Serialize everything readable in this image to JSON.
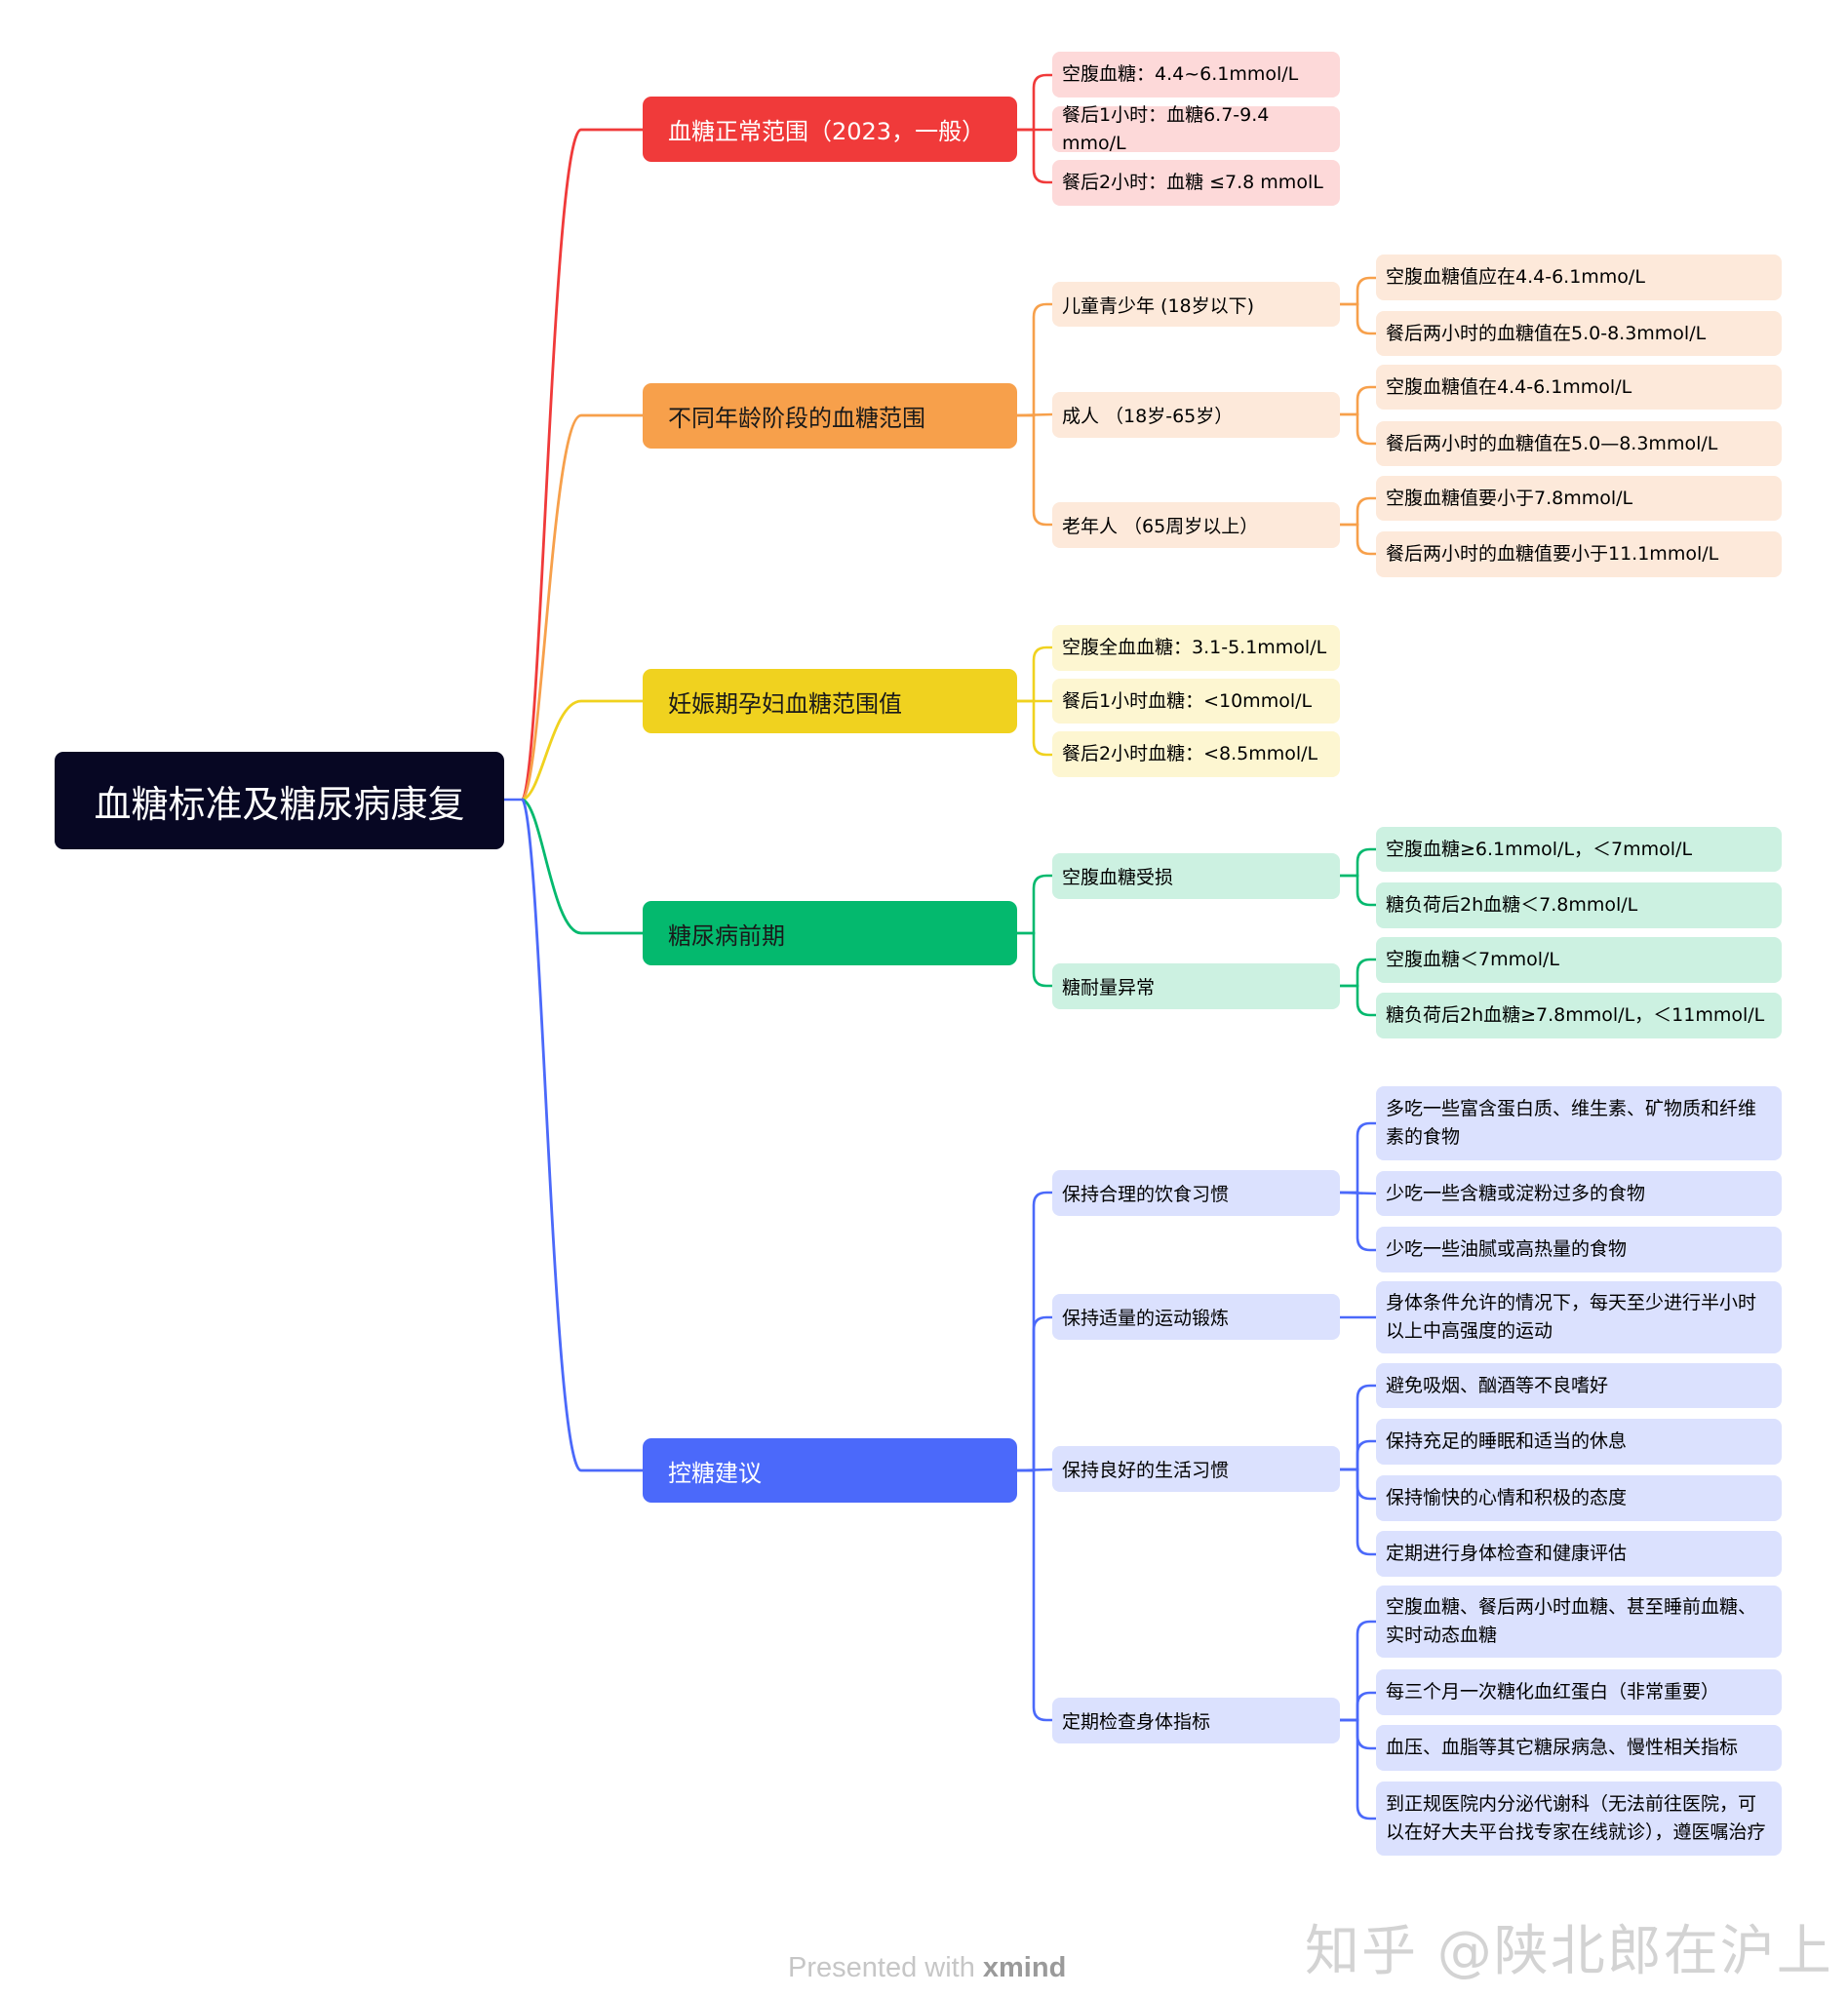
{
  "root": {
    "label": "血糖标准及糖尿病康复"
  },
  "colors": {
    "red": "#f03a3a",
    "orange": "#f7a04b",
    "yellow": "#f0d21f",
    "green": "#04b96e",
    "blue": "#4b69fa",
    "root_bg": "#070723"
  },
  "branches": [
    {
      "label": "血糖正常范围（2023，一般）",
      "color": "#f03a3a",
      "light": "#fdd9d9",
      "text": "#ffffff",
      "children": [
        {
          "label": "空腹血糖：4.4~6.1mmol/L"
        },
        {
          "label": "餐后1小时：血糖6.7-9.4 mmo/L"
        },
        {
          "label": "餐后2小时：血糖 ≤7.8 mmolL"
        }
      ]
    },
    {
      "label": "不同年龄阶段的血糖范围",
      "color": "#f7a04b",
      "light": "#fde9da",
      "text": "#1a1a1a",
      "children": [
        {
          "label": "儿童青少年 (18岁以下)",
          "children": [
            {
              "label": "空腹血糖值应在4.4-6.1mmo/L"
            },
            {
              "label": "餐后两小时的血糖值在5.0-8.3mmol/L"
            }
          ]
        },
        {
          "label": "成人 （18岁-65岁）",
          "children": [
            {
              "label": "空腹血糖值在4.4-6.1mmol/L"
            },
            {
              "label": "餐后两小时的血糖值在5.0—8.3mmol/L"
            }
          ]
        },
        {
          "label": "老年人 （65周岁以上）",
          "children": [
            {
              "label": "空腹血糖值要小于7.8mmol/L"
            },
            {
              "label": "餐后两小时的血糖值要小于11.1mmol/L"
            }
          ]
        }
      ]
    },
    {
      "label": "妊娠期孕妇血糖范围值",
      "color": "#f0d21f",
      "light": "#fdf6d1",
      "text": "#1a1a1a",
      "children": [
        {
          "label": "空腹全血血糖：3.1-5.1mmol/L"
        },
        {
          "label": "餐后1小时血糖：<10mmol/L"
        },
        {
          "label": "餐后2小时血糖：<8.5mmol/L"
        }
      ]
    },
    {
      "label": "糖尿病前期",
      "color": "#04b96e",
      "light": "#ccf1e1",
      "text": "#1a1a1a",
      "children": [
        {
          "label": "空腹血糖受损",
          "children": [
            {
              "label": "空腹血糖≥6.1mmol/L，＜7mmol/L"
            },
            {
              "label": "糖负荷后2h血糖＜7.8mmol/L"
            }
          ]
        },
        {
          "label": "糖耐量异常",
          "children": [
            {
              "label": "空腹血糖＜7mmol/L"
            },
            {
              "label": "糖负荷后2h血糖≥7.8mmol/L，＜11mmol/L"
            }
          ]
        }
      ]
    },
    {
      "label": "控糖建议",
      "color": "#4b69fa",
      "light": "#dbe1fe",
      "text": "#ffffff",
      "children": [
        {
          "label": "保持合理的饮食习惯",
          "children": [
            {
              "label": "多吃一些富含蛋白质、维生素、矿物质和纤维素的食物"
            },
            {
              "label": "少吃一些含糖或淀粉过多的食物"
            },
            {
              "label": "少吃一些油腻或高热量的食物"
            }
          ]
        },
        {
          "label": "保持适量的运动锻炼",
          "children": [
            {
              "label": "身体条件允许的情况下，每天至少进行半小时以上中高强度的运动"
            }
          ]
        },
        {
          "label": "保持良好的生活习惯",
          "children": [
            {
              "label": "避免吸烟、酗酒等不良嗜好"
            },
            {
              "label": "保持充足的睡眠和适当的休息"
            },
            {
              "label": "保持愉快的心情和积极的态度"
            },
            {
              "label": "定期进行身体检查和健康评估"
            }
          ]
        },
        {
          "label": "定期检查身体指标",
          "children": [
            {
              "label": "空腹血糖、餐后两小时血糖、甚至睡前血糖、实时动态血糖"
            },
            {
              "label": "每三个月一次糖化血红蛋白（非常重要）"
            },
            {
              "label": "血压、血脂等其它糖尿病急、慢性相关指标"
            },
            {
              "label": "到正规医院内分泌代谢科（无法前往医院，可以在好大夫平台找专家在线就诊），遵医嘱治疗"
            }
          ]
        }
      ]
    }
  ],
  "footer": {
    "prefix": "Presented with ",
    "brand": "xmind"
  },
  "watermark": "知乎 @陕北郎在沪上"
}
